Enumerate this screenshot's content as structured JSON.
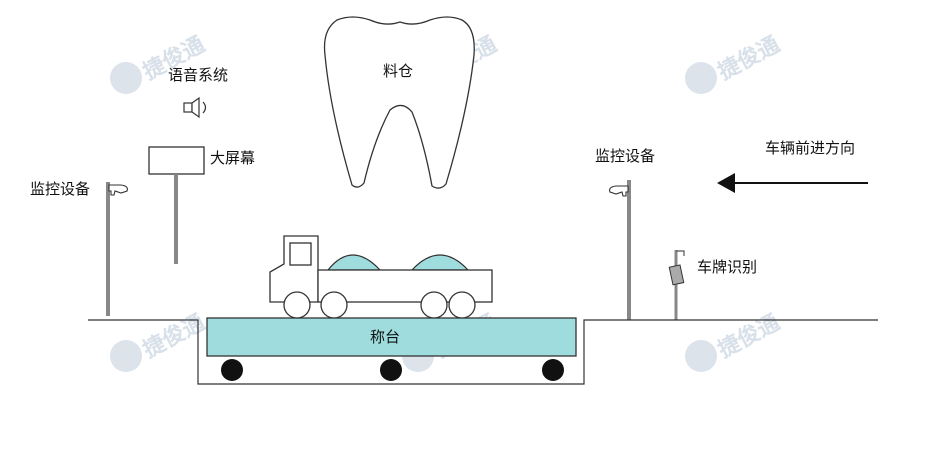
{
  "labels": {
    "audio_system": "语音系统",
    "large_screen": "大屏幕",
    "silo": "料仓",
    "monitor_left": "监控设备",
    "monitor_right": "监控设备",
    "vehicle_direction": "车辆前进方向",
    "plate_recognition": "车牌识别",
    "scale_platform": "称台"
  },
  "watermark": {
    "text": "捷俊通"
  },
  "colors": {
    "platform_fill": "#9fdcde",
    "cargo_fill": "#9fdcde",
    "line": "#333333",
    "pole": "#888888",
    "watermark": "#b9c7d8"
  },
  "icons": {
    "speaker": "speaker-icon",
    "camera": "camera-icon",
    "arrow": "arrow-left-icon"
  }
}
